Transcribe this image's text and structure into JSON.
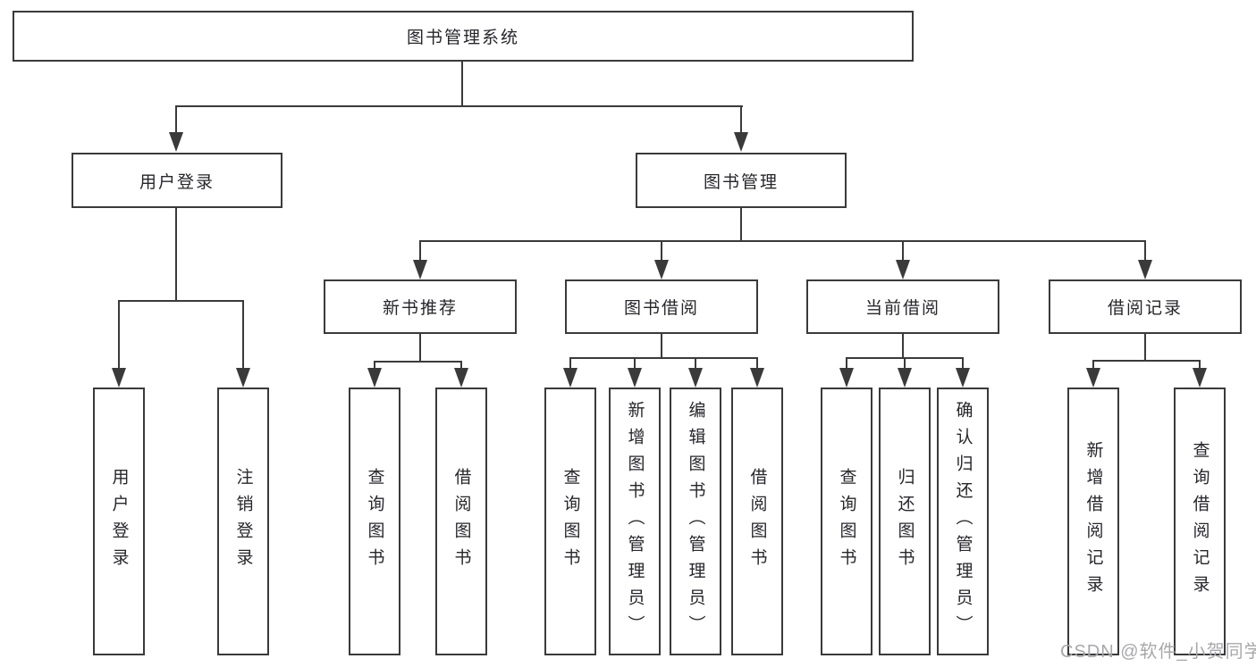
{
  "diagram": {
    "root": {
      "label": "图书管理系统",
      "children": [
        {
          "label": "用户登录",
          "children": [
            {
              "label": "用户登录"
            },
            {
              "label": "注销登录"
            }
          ]
        },
        {
          "label": "图书管理",
          "children": [
            {
              "label": "新书推荐",
              "children": [
                {
                  "label": "查询图书"
                },
                {
                  "label": "借阅图书"
                }
              ]
            },
            {
              "label": "图书借阅",
              "children": [
                {
                  "label": "查询图书"
                },
                {
                  "label": "新增图书（管理员）"
                },
                {
                  "label": "编辑图书（管理员）"
                },
                {
                  "label": "借阅图书"
                }
              ]
            },
            {
              "label": "当前借阅",
              "children": [
                {
                  "label": "查询图书"
                },
                {
                  "label": "归还图书"
                },
                {
                  "label": "确认归还（管理员）"
                }
              ]
            },
            {
              "label": "借阅记录",
              "children": [
                {
                  "label": "新增借阅记录"
                },
                {
                  "label": "查询借阅记录"
                }
              ]
            }
          ]
        }
      ]
    }
  },
  "watermark": {
    "text": "CSDN @软件_小贺同学"
  },
  "colors": {
    "line": "#3a3a3a",
    "box_border": "#3a3a3a",
    "box_fill": "#ffffff",
    "text": "#26262b",
    "watermark": "#a8a8ac"
  }
}
